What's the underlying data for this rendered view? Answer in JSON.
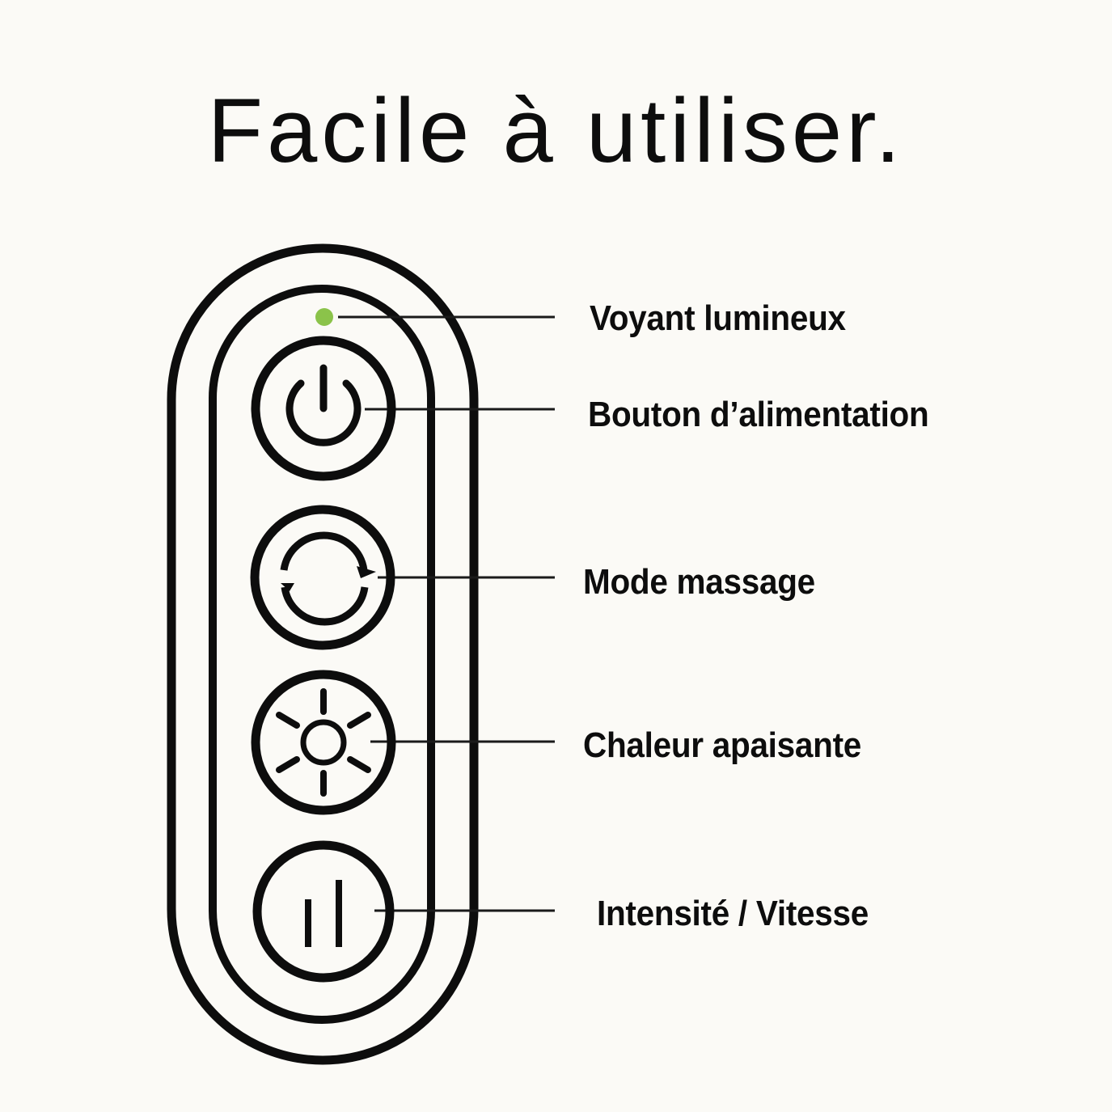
{
  "title": "Facile à utiliser.",
  "colors": {
    "background": "#fbfaf6",
    "stroke": "#0d0d0d",
    "indicator_light": "#8bc34a"
  },
  "remote": {
    "indicator": {
      "icon": "indicator-light-dot",
      "label": "Voyant lumineux"
    },
    "buttons": [
      {
        "icon": "power-icon",
        "label": "Bouton d’alimentation"
      },
      {
        "icon": "cycle-arrows-icon",
        "label": "Mode massage"
      },
      {
        "icon": "sun-heat-icon",
        "label": "Chaleur apaisante"
      },
      {
        "icon": "intensity-bars-icon",
        "label": "Intensité / Vitesse"
      }
    ]
  }
}
